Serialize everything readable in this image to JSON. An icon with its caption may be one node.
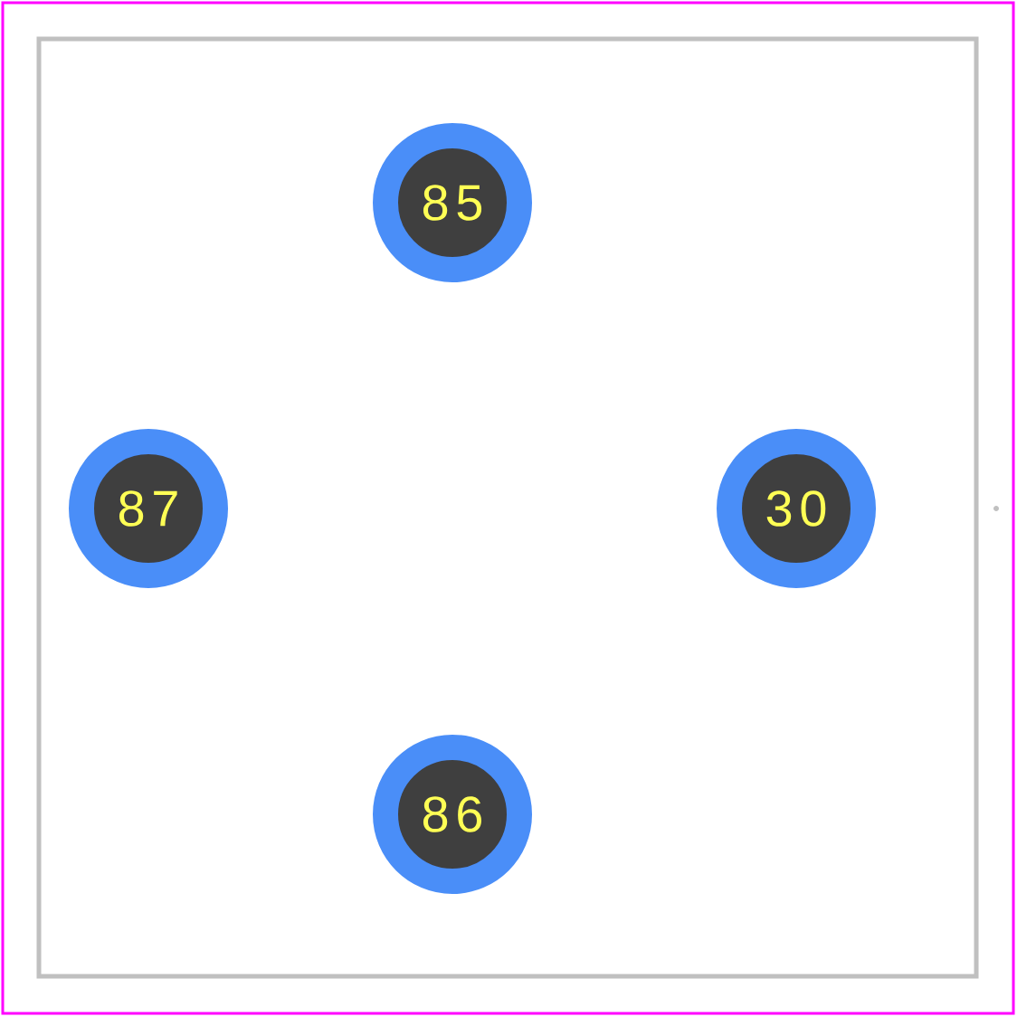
{
  "diagram": {
    "nodes": [
      {
        "text": [
          "85"
        ]
      },
      {
        "text": [
          "87"
        ]
      },
      {
        "text": [
          "30"
        ]
      },
      {
        "text": [
          "86"
        ]
      }
    ]
  }
}
